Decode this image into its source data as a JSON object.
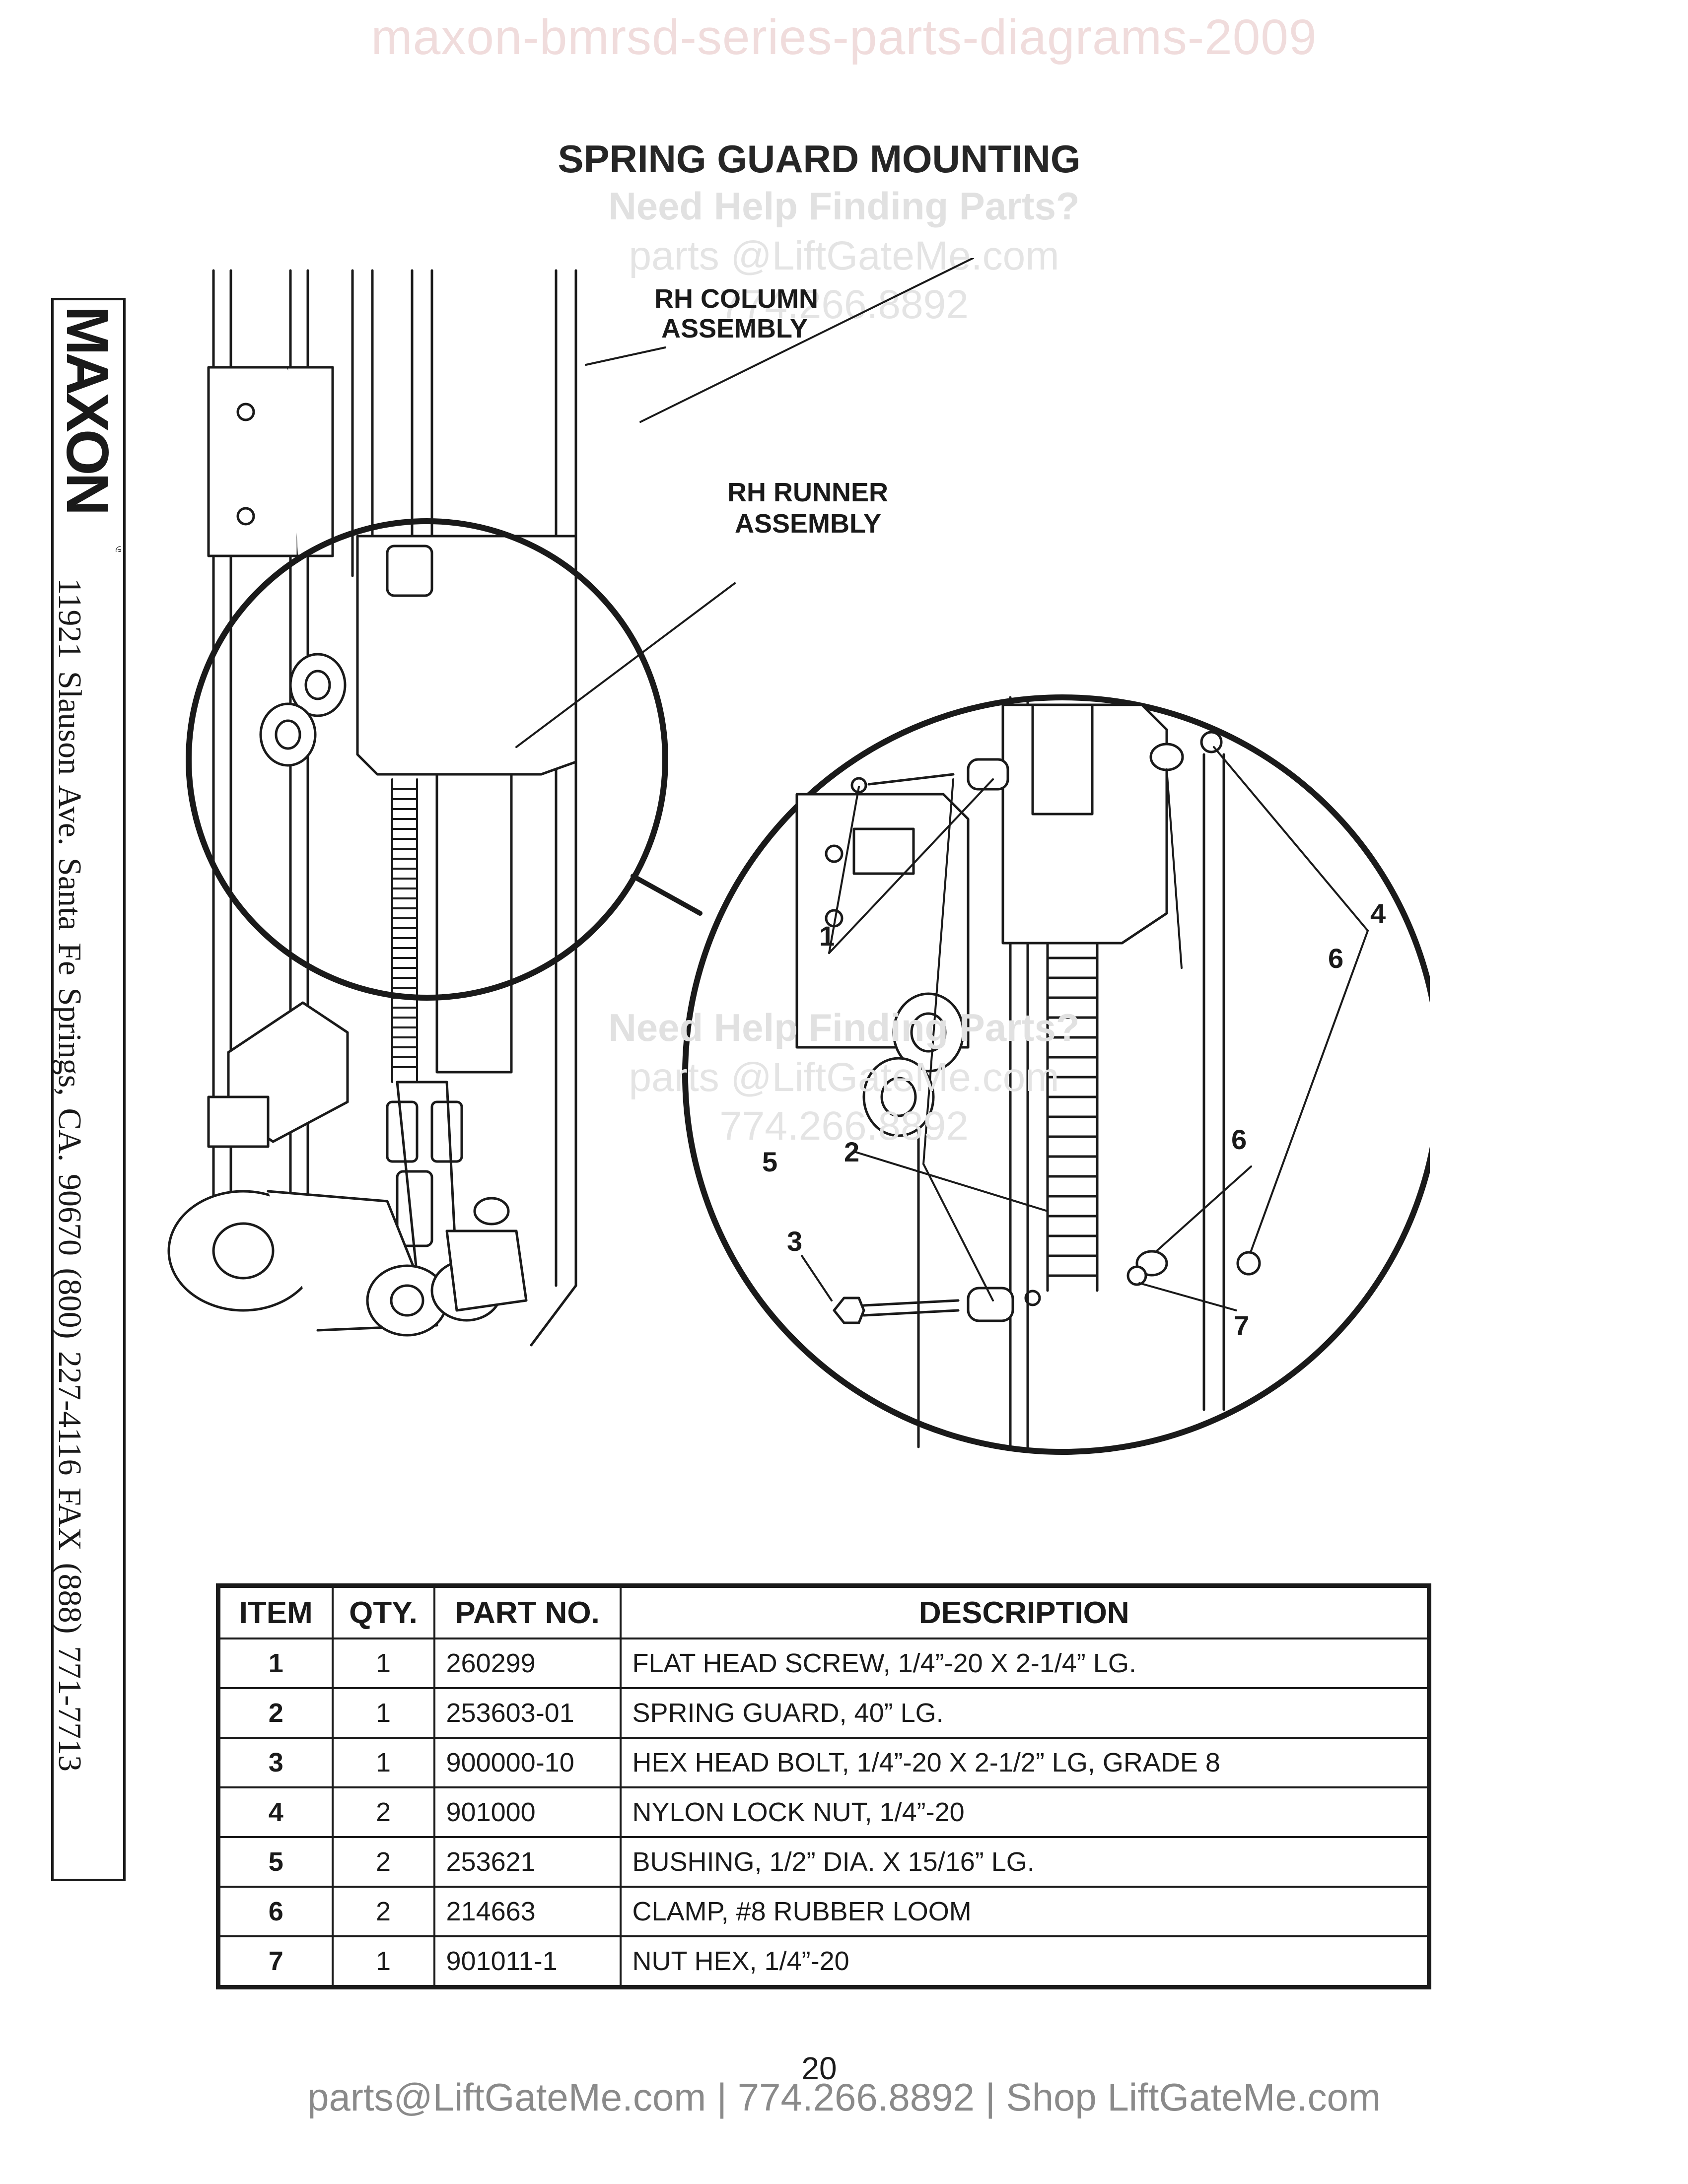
{
  "watermark": "maxon-bmrsd-series-parts-diagrams-2009",
  "title": "SPRING GUARD MOUNTING",
  "help_overlay": {
    "heading": "Need Help Finding Parts?",
    "email": "parts @LiftGateMe.com",
    "phone": "774.266.8892"
  },
  "brand": {
    "logo": "MAXON",
    "address": "11921 Slauson Ave.  Santa Fe Springs, CA.  90670  (800) 227-4116  FAX (888) 771-7713"
  },
  "diagram": {
    "labels": {
      "column_1": "RH COLUMN",
      "column_2": "ASSEMBLY",
      "runner_1": "RH RUNNER",
      "runner_2": "ASSEMBLY"
    },
    "callouts": [
      "1",
      "2",
      "3",
      "4",
      "5",
      "6",
      "6",
      "7"
    ]
  },
  "table": {
    "headers": [
      "ITEM",
      "QTY.",
      "PART NO.",
      "DESCRIPTION"
    ],
    "rows": [
      {
        "item": "1",
        "qty": "1",
        "part": "260299",
        "desc": "FLAT HEAD SCREW, 1/4”-20 X 2-1/4” LG."
      },
      {
        "item": "2",
        "qty": "1",
        "part": "253603-01",
        "desc": "SPRING GUARD, 40” LG."
      },
      {
        "item": "3",
        "qty": "1",
        "part": "900000-10",
        "desc": "HEX HEAD BOLT, 1/4”-20 X 2-1/2” LG, GRADE 8"
      },
      {
        "item": "4",
        "qty": "2",
        "part": "901000",
        "desc": "NYLON LOCK NUT, 1/4”-20"
      },
      {
        "item": "5",
        "qty": "2",
        "part": "253621",
        "desc": "BUSHING, 1/2” DIA. X 15/16” LG."
      },
      {
        "item": "6",
        "qty": "2",
        "part": "214663",
        "desc": "CLAMP, #8 RUBBER LOOM"
      },
      {
        "item": "7",
        "qty": "1",
        "part": "901011-1",
        "desc": "NUT HEX, 1/4”-20"
      }
    ]
  },
  "page_number": "20",
  "footer": "parts@LiftGateMe.com | 774.266.8892 | Shop LiftGateMe.com"
}
